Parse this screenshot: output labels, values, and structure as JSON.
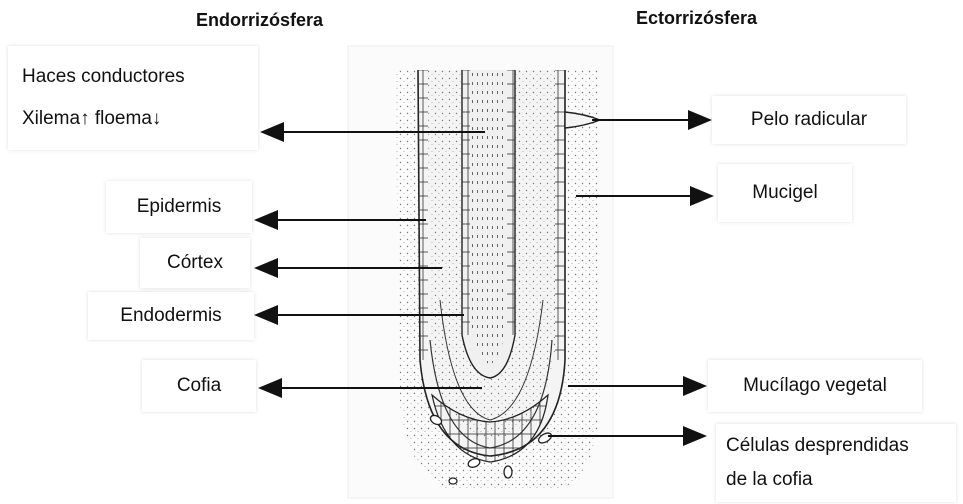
{
  "headers": {
    "endo": "Endorrizósfera",
    "ecto": "Ectorrizósfera"
  },
  "labels": {
    "haces_line1": "Haces conductores",
    "haces_line2": "Xilema↑ floema↓",
    "epidermis": "Epidermis",
    "cortex": "Córtex",
    "endodermis": "Endodermis",
    "cofia": "Cofia",
    "pelo": "Pelo radicular",
    "mucigel": "Mucigel",
    "mucilago": "Mucílago vegetal",
    "celulas_line1": "Células desprendidas",
    "celulas_line2": "de la cofia"
  },
  "colors": {
    "ink": "#111111",
    "stipple": "#7a7a7a",
    "box_shadow": "#dddddd"
  }
}
